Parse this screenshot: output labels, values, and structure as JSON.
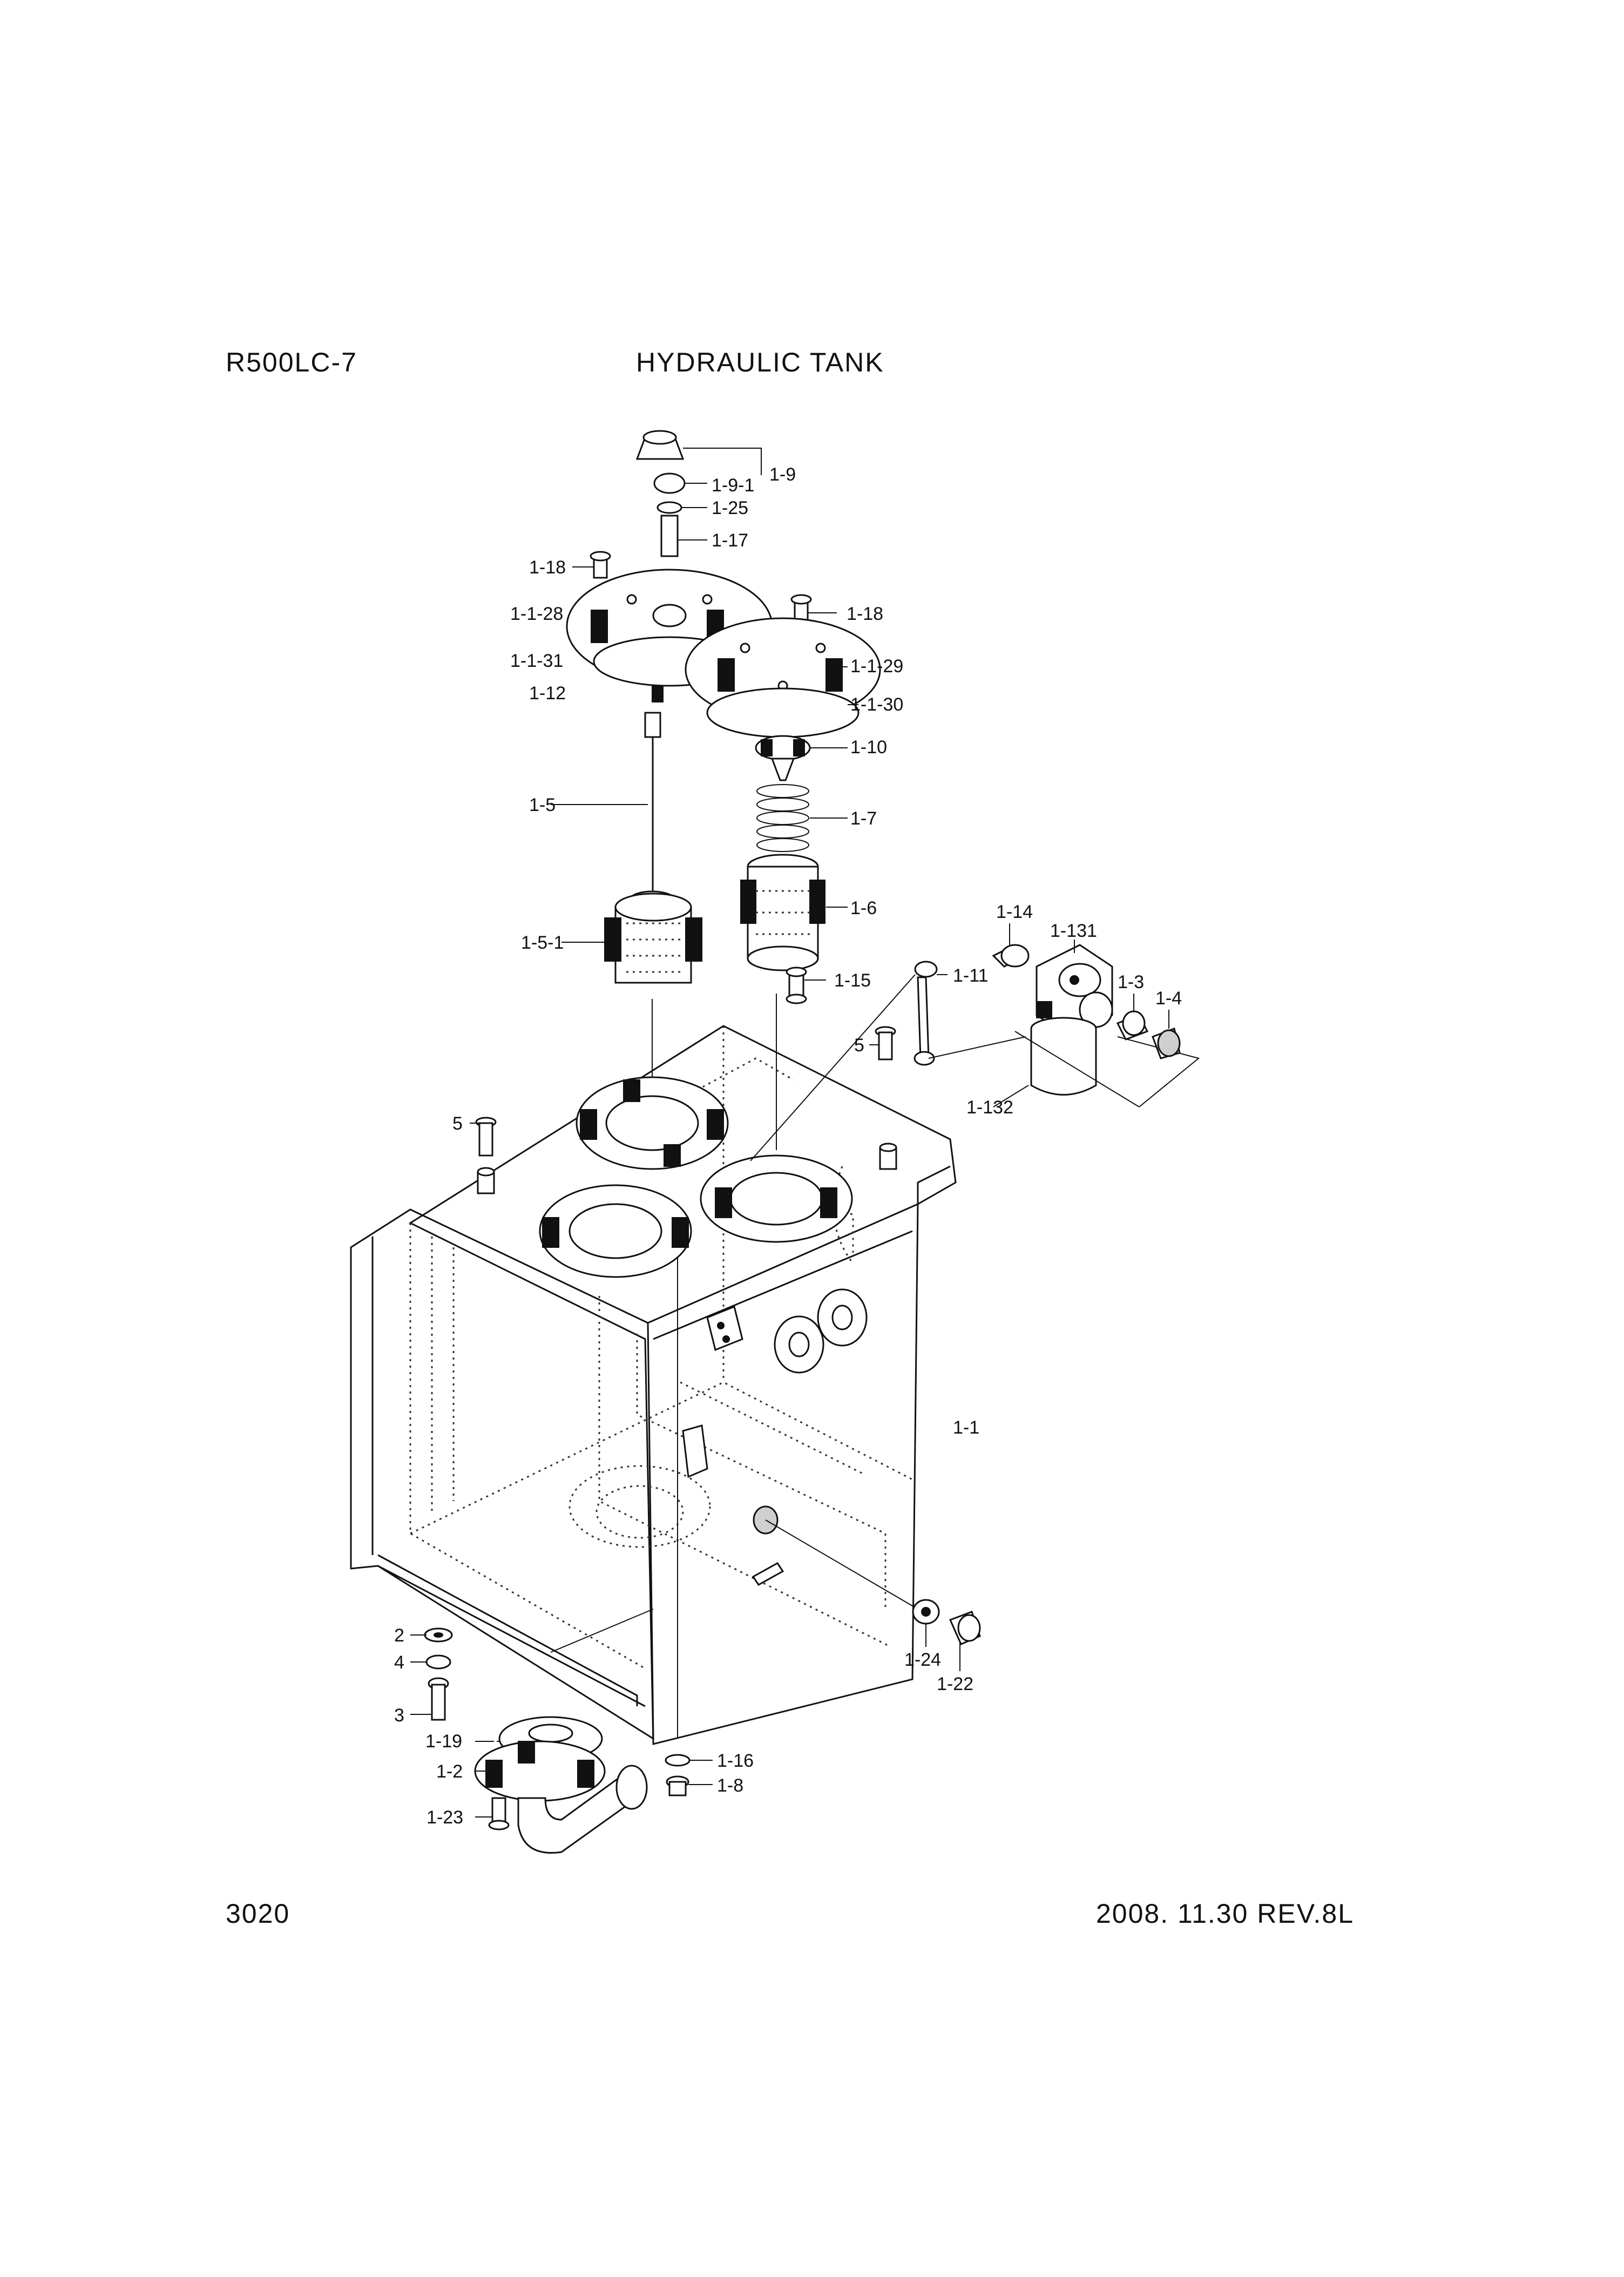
{
  "header": {
    "model": "R500LC-7",
    "title": "HYDRAULIC TANK"
  },
  "footer": {
    "page_number": "3020",
    "revision": "2008. 11.30  REV.8L"
  },
  "callouts": [
    "1-9",
    "1-9-1",
    "1-25",
    "1-17",
    "1-18",
    "1-1-28",
    "1-1-31",
    "1-12",
    "1-18",
    "1-1-29",
    "1-1-30",
    "1-10",
    "1-7",
    "1-5",
    "1-6",
    "1-5-1",
    "1-14",
    "1-131",
    "1-3",
    "1-4",
    "1-15",
    "1-11",
    "5",
    "1-132",
    "5",
    "1-1",
    "2",
    "4",
    "3",
    "1-24",
    "1-22",
    "1-19",
    "1-16",
    "1-2",
    "1-8",
    "1-23"
  ]
}
